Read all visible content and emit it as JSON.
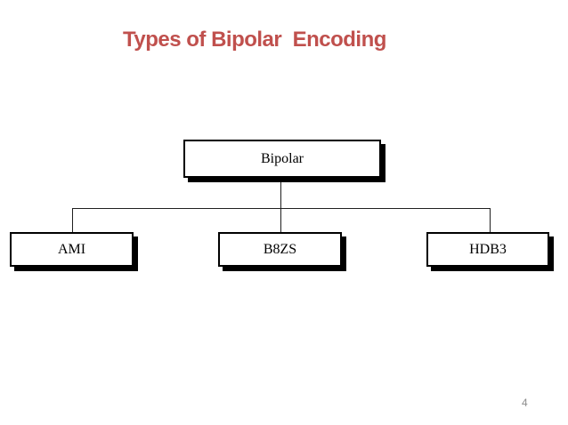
{
  "slide": {
    "title": "Types of Bipolar  Encoding",
    "page_number": "4"
  },
  "diagram": {
    "root": {
      "label": "Bipolar"
    },
    "children": [
      {
        "label": "AMI"
      },
      {
        "label": "B8ZS"
      },
      {
        "label": "HDB3"
      }
    ]
  },
  "colors": {
    "title_red": "#C0504D",
    "box_fill": "#FFFFFF",
    "box_border": "#000000",
    "box_shadow": "#000000",
    "connector_line": "#1F1F1F",
    "page_number_gray": "#8C8C8C"
  }
}
